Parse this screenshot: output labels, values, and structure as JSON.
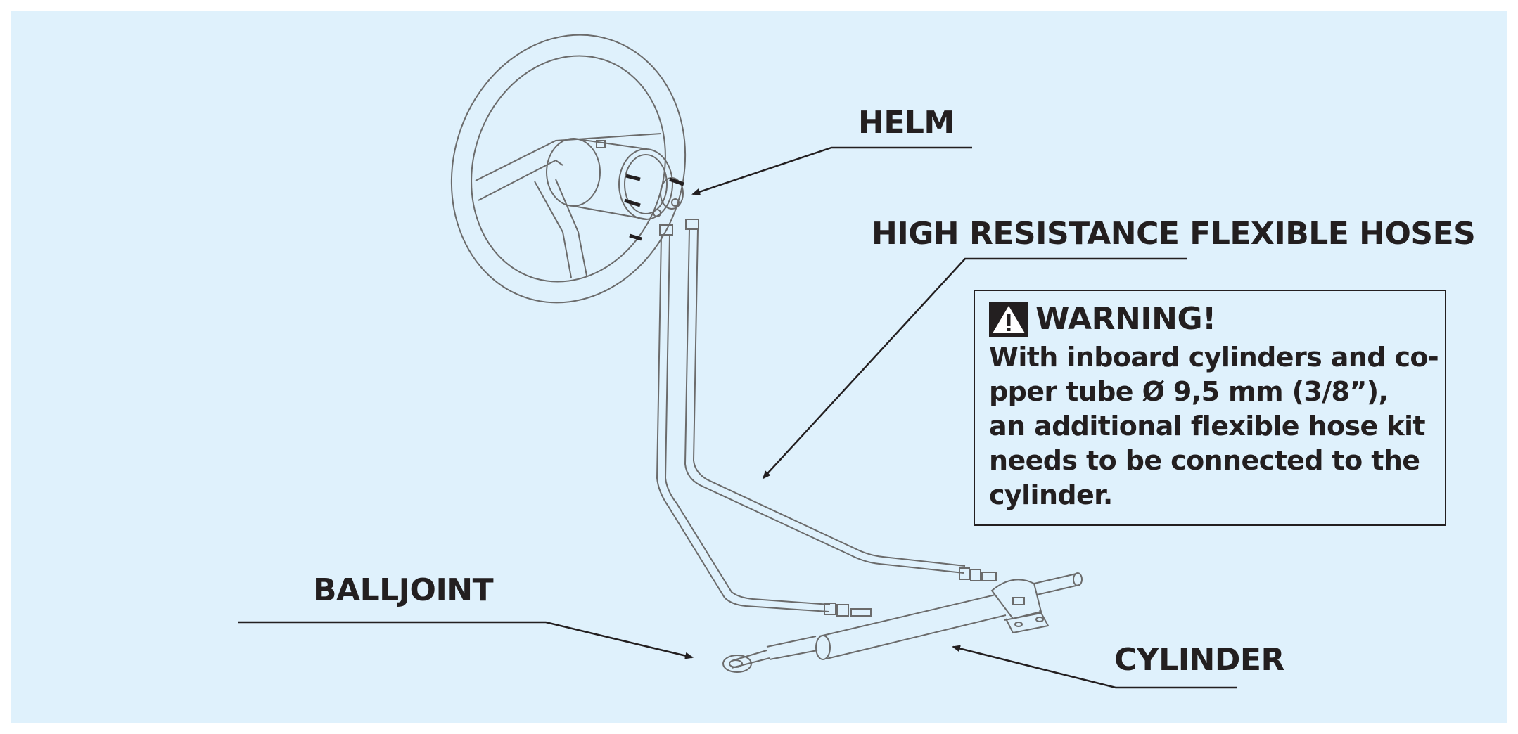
{
  "labels": {
    "helm": "HELM",
    "hoses": "HIGH RESISTANCE FLEXIBLE HOSES",
    "balljoint": "BALLJOINT",
    "cylinder": "CYLINDER"
  },
  "warning": {
    "icon": "warning-triangle-icon",
    "title": "WARNING!",
    "lines": [
      "With inboard cylinders and  co-",
      "pper tube Ø 9,5 mm (3/8”),",
      "an additional flexible hose kit",
      "needs to be connected to the",
      "cylinder."
    ]
  },
  "colors": {
    "background": "#dff1fc",
    "line_art": "#5a5a5a",
    "text": "#231f20"
  }
}
